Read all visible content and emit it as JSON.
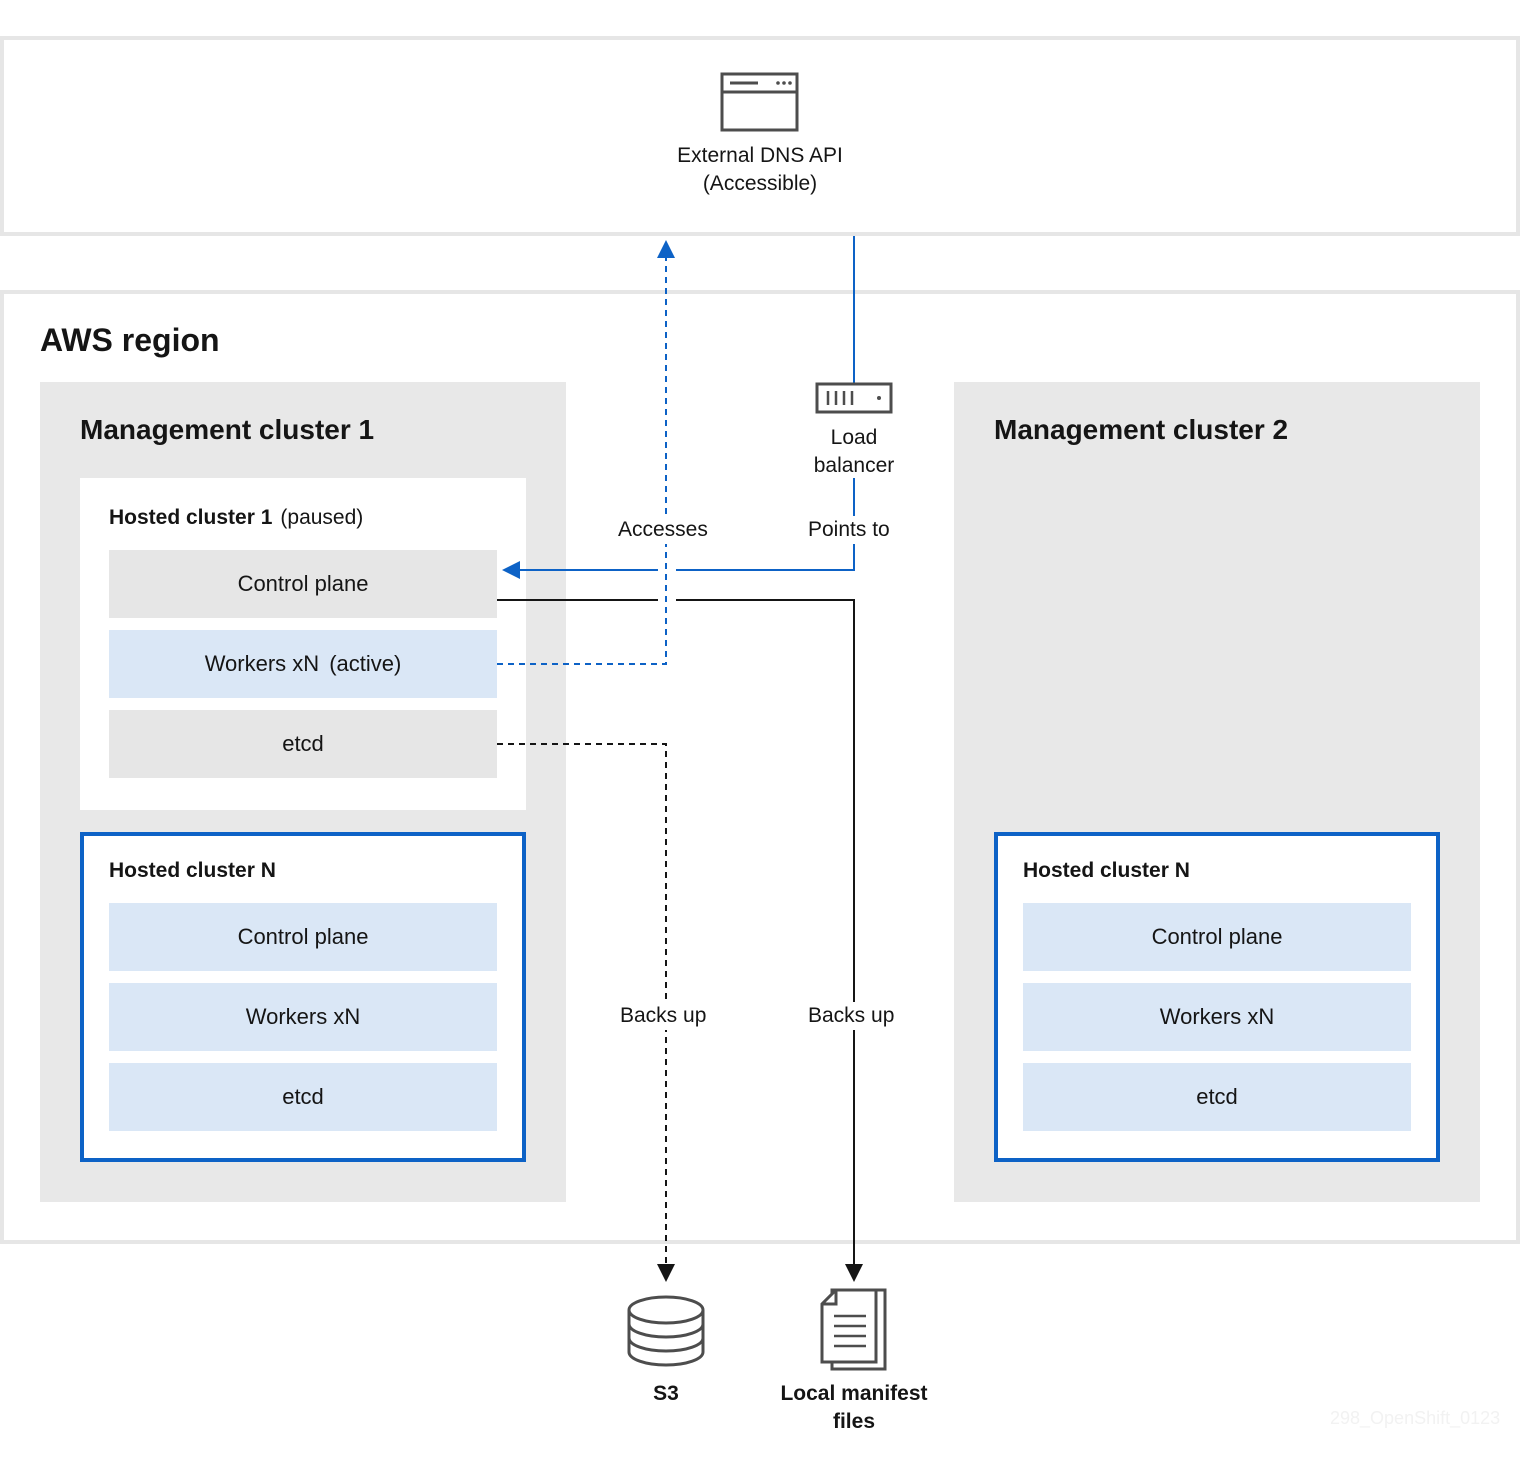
{
  "external_dns": {
    "title": "External DNS API",
    "subtitle": "(Accessible)",
    "icon": "browser-window-icon"
  },
  "aws_region": {
    "title": "AWS region"
  },
  "load_balancer": {
    "label": "Load balancer",
    "icon": "load-balancer-icon"
  },
  "management_cluster_1": {
    "title": "Management cluster 1",
    "hosted_cluster_1": {
      "title": "Hosted cluster 1",
      "status": "(paused)",
      "rows": {
        "control_plane": "Control plane",
        "workers": "Workers xN",
        "workers_status": "(active)",
        "etcd": "etcd"
      }
    },
    "hosted_cluster_n": {
      "title": "Hosted cluster N",
      "rows": {
        "control_plane": "Control plane",
        "workers": "Workers xN",
        "etcd": "etcd"
      }
    }
  },
  "management_cluster_2": {
    "title": "Management cluster 2",
    "hosted_cluster_n": {
      "title": "Hosted cluster N",
      "rows": {
        "control_plane": "Control plane",
        "workers": "Workers xN",
        "etcd": "etcd"
      }
    }
  },
  "edges": {
    "accesses": "Accesses",
    "points_to": "Points to",
    "backs_up_s3": "Backs up",
    "backs_up_local": "Backs up"
  },
  "s3": {
    "label": "S3",
    "icon": "database-icon"
  },
  "local_manifest": {
    "label": "Local manifest files",
    "icon": "document-stack-icon"
  },
  "watermark": "298_OpenShift_0123",
  "colors": {
    "accent_blue": "#0d62c6",
    "light_blue": "#dae7f6",
    "gray_fill": "#e8e8e8",
    "border_gray": "#e6e6e6",
    "line_black": "#151515"
  }
}
